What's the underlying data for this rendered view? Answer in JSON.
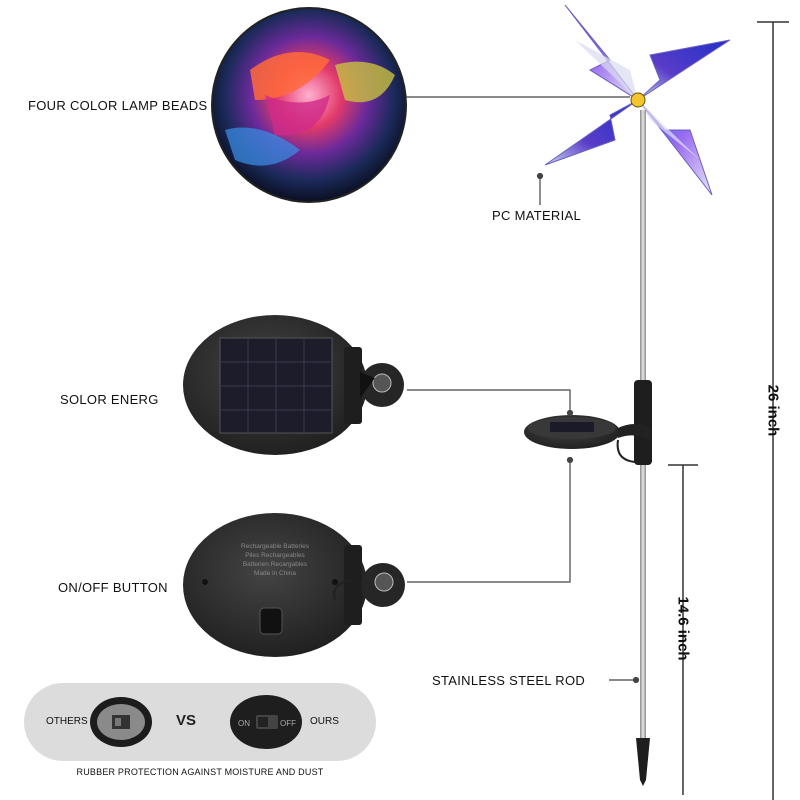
{
  "labels": {
    "lamp_beads": "FOUR COLOR LAMP BEADS",
    "pc_material": "PC MATERIAL",
    "solar": "SOLOR ENERG",
    "onoff": "ON/OFF BUTTON",
    "rod": "STAINLESS STEEL ROD"
  },
  "dimensions": {
    "total_height": "26 inch",
    "rod_height": "14.6 inch"
  },
  "comparison": {
    "others": "OTHERS",
    "vs": "VS",
    "ours": "OURS",
    "switch_on": "ON",
    "switch_off": "OFF",
    "caption": "RUBBER PROTECTION AGAINST MOISTURE AND DUST"
  },
  "battery_text": [
    "Rechargeable Batteries",
    "Piles Rechargeables",
    "Batterien Recargables",
    "Made in China"
  ],
  "colors": {
    "pinwheel_blue": "#3a49d8",
    "pinwheel_purple": "#8a4fd0",
    "device_body": "#2d2d2d",
    "rod": "#b5b5b5",
    "lines": "#444444"
  }
}
